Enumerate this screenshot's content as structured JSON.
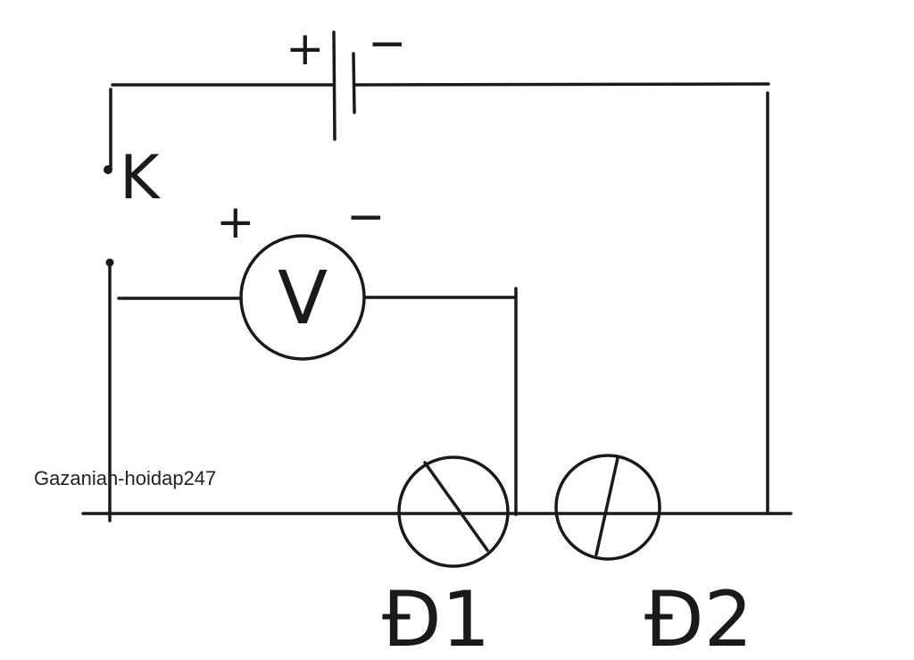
{
  "diagram": {
    "battery": {
      "plus": "+",
      "minus": "−"
    },
    "switch": {
      "label": "K"
    },
    "voltmeter": {
      "symbol": "V",
      "plus": "+",
      "minus": "−"
    },
    "lamps": [
      {
        "label": "Đ1"
      },
      {
        "label": "Đ2"
      }
    ],
    "watermark": "Gazanian-hoidap247",
    "colors": {
      "ink": "#1a1a1a",
      "background": "#ffffff"
    }
  }
}
